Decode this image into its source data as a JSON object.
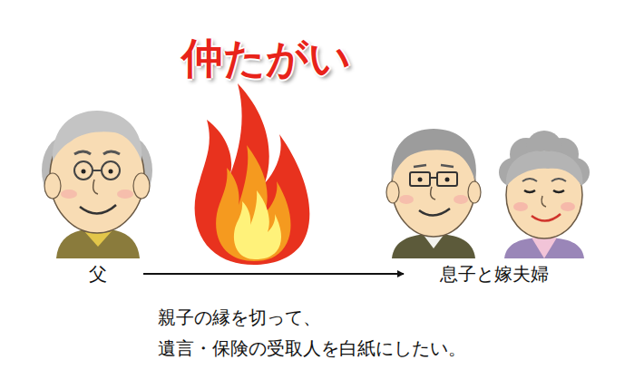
{
  "diagram": {
    "title": "仲たがい",
    "nodes": [
      {
        "text": [
          "父"
        ]
      },
      {
        "text": [
          "息子と嫁夫婦"
        ]
      }
    ],
    "edges": [
      {
        "from": 0,
        "to": 1,
        "arrow": "to"
      }
    ],
    "labels": [
      "親子の縁を切って、",
      "遺言・保険の受取人を白紙にしたい。"
    ]
  }
}
